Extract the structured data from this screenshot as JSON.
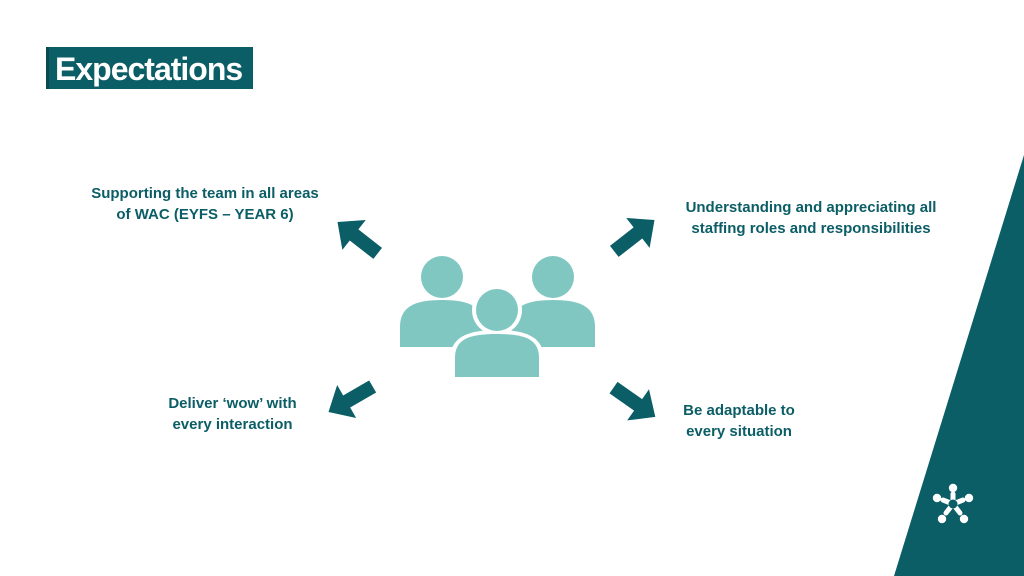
{
  "slide": {
    "title": "Expectations",
    "labels": {
      "top_left": [
        "Supporting the team in all areas",
        "of WAC (EYFS – YEAR 6)"
      ],
      "top_right": [
        "Understanding and appreciating all",
        "staffing roles and responsibilities"
      ],
      "bottom_left": [
        "Deliver ‘wow’ with",
        "every interaction"
      ],
      "bottom_right": [
        "Be adaptable to",
        "every situation"
      ]
    }
  },
  "icons": {
    "center": "group-of-people-icon",
    "arrows": "arrow-icon",
    "logo": "star-figure-logo-icon"
  },
  "colors": {
    "primary": "#0b5d66",
    "people": "#80c7c2",
    "background": "#ffffff"
  }
}
